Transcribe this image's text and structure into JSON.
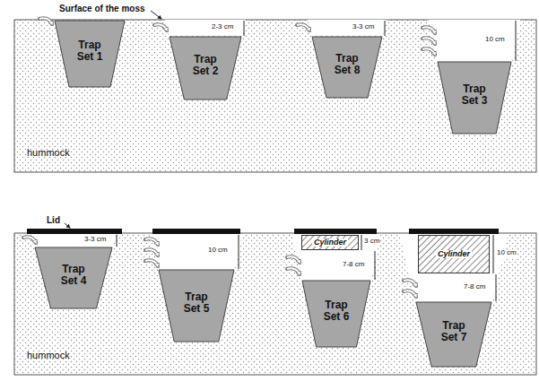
{
  "diagram": {
    "nodes": [
      {
        "text": [
          "Trap Set 1"
        ]
      },
      {
        "text": [
          "Trap Set 2"
        ]
      },
      {
        "text": [
          "Trap Set 8"
        ]
      },
      {
        "text": [
          "Trap Set 3"
        ]
      },
      {
        "text": [
          "Trap Set 4"
        ]
      },
      {
        "text": [
          "Trap Set 5"
        ]
      },
      {
        "text": [
          "Cylinder"
        ]
      },
      {
        "text": [
          "Trap Set 6"
        ]
      },
      {
        "text": [
          "Cylinder"
        ]
      },
      {
        "text": [
          "Trap Set 7"
        ]
      }
    ],
    "labels": [
      "Surface of the moss",
      "2-3 cm",
      "3-3 cm",
      "10 cm",
      "hummock",
      "Lid",
      "3-3 cm",
      "10 cm",
      "3 cm",
      "7-8 cm",
      "10 cm",
      "7-8 cm",
      "hummock"
    ]
  }
}
